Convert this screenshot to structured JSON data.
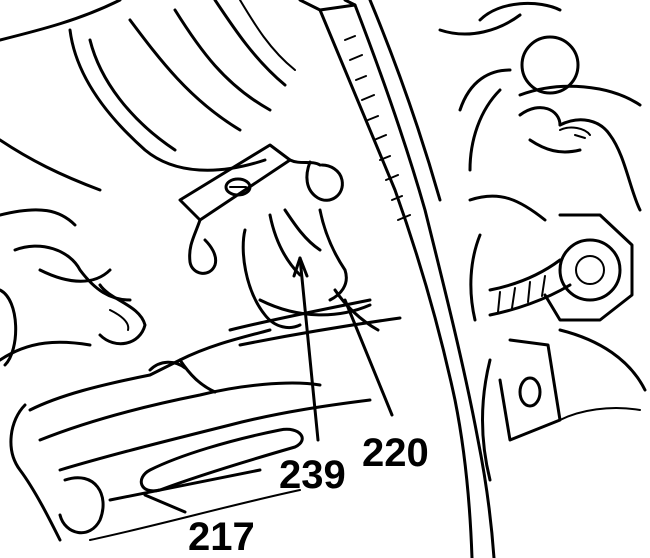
{
  "callouts": [
    {
      "id": "c217",
      "label": "217"
    },
    {
      "id": "c239",
      "label": "239"
    },
    {
      "id": "c220",
      "label": "220"
    }
  ],
  "colors": {
    "ink": "#000000",
    "background": "#ffffff"
  }
}
